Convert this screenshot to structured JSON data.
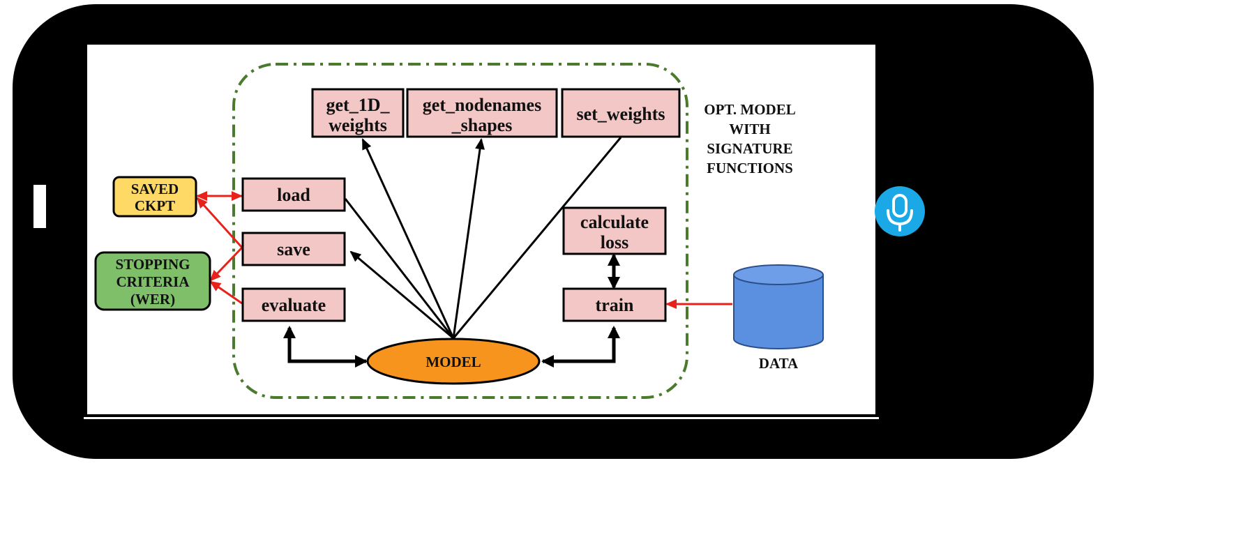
{
  "diagram": {
    "boundary_label": [
      "OPT. MODEL",
      "WITH",
      "SIGNATURE",
      "FUNCTIONS"
    ],
    "functions": {
      "get_1d_weights": [
        "get_1D_",
        "weights"
      ],
      "get_nodenames_shapes": [
        "get_nodenames",
        "_shapes"
      ],
      "set_weights": [
        "set_weights"
      ],
      "load": [
        "load"
      ],
      "save": [
        "save"
      ],
      "evaluate": [
        "evaluate"
      ],
      "calculate_loss": [
        "calculate",
        "loss"
      ],
      "train": [
        "train"
      ]
    },
    "model": "MODEL",
    "saved_ckpt": [
      "SAVED",
      "CKPT"
    ],
    "stopping_criteria": [
      "STOPPING",
      "CRITERIA",
      "(WER)"
    ],
    "data": "DATA"
  },
  "colors": {
    "phone_body": "#000000",
    "function_box": "#f4c7c7",
    "model": "#f7941d",
    "saved_ckpt": "#ffd966",
    "stopping_criteria": "#7fbf6a",
    "data_cylinder": "#5b8fe0",
    "boundary": "#4a7a2c",
    "red_arrow": "#e8221b",
    "mic_button": "#1aa9e6"
  },
  "icons": {
    "mic": "microphone-icon",
    "speaker": "speaking-person-icon"
  }
}
